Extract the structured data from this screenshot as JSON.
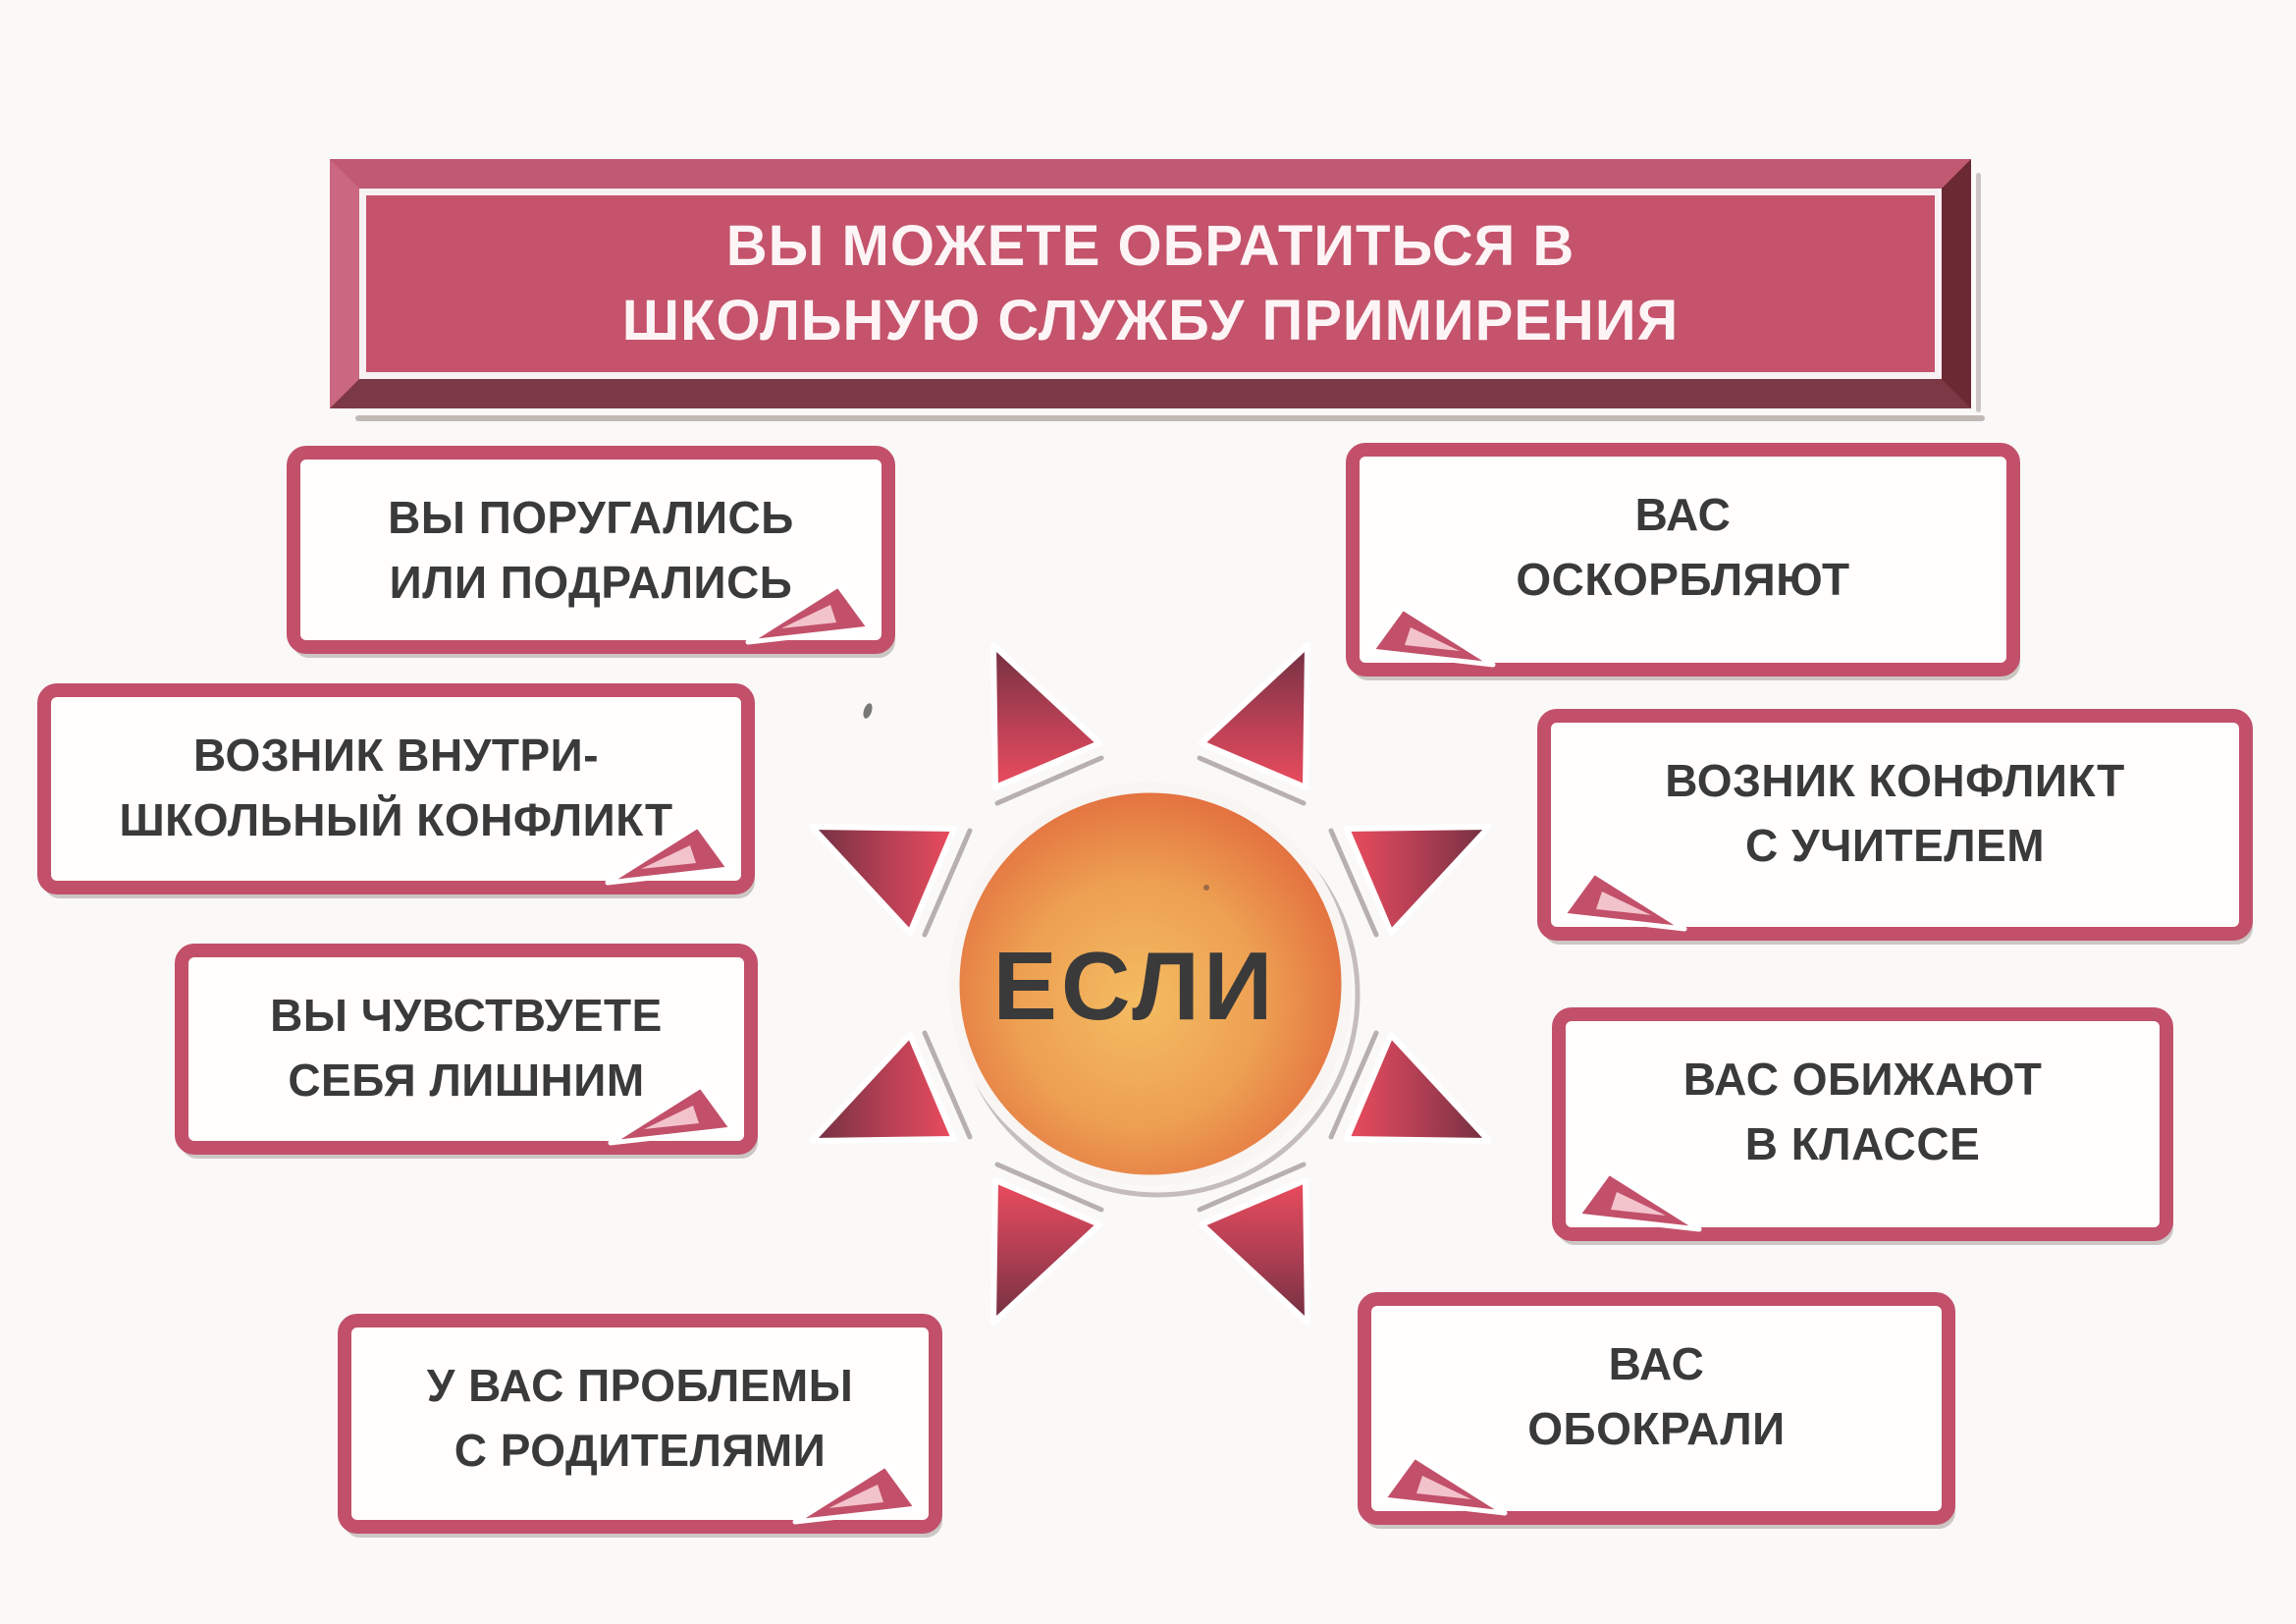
{
  "banner": {
    "line1": "ВЫ МОЖЕТЕ ОБРАТИТЬСЯ В",
    "line2": "ШКОЛЬНУЮ СЛУЖБУ ПРИМИРЕНИЯ"
  },
  "center": {
    "label": "ЕСЛИ"
  },
  "boxes": [
    {
      "id": "quarrel",
      "lines": [
        "ВЫ ПОРУГАЛИСЬ",
        "ИЛИ ПОДРАЛИСЬ"
      ],
      "fold": "right"
    },
    {
      "id": "insulted",
      "lines": [
        "ВАС",
        "ОСКОРБЛЯЮТ"
      ],
      "fold": "left"
    },
    {
      "id": "school-conflict",
      "lines": [
        "ВОЗНИК ВНУТРИ-",
        "ШКОЛЬНЫЙ КОНФЛИКТ"
      ],
      "fold": "right"
    },
    {
      "id": "teacher-conflict",
      "lines": [
        "ВОЗНИК КОНФЛИКТ",
        "С УЧИТЕЛЕМ"
      ],
      "fold": "left"
    },
    {
      "id": "feel-unwanted",
      "lines": [
        "ВЫ ЧУВСТВУЕТЕ",
        "СЕБЯ ЛИШНИМ"
      ],
      "fold": "right"
    },
    {
      "id": "offended-in-class",
      "lines": [
        "ВАС ОБИЖАЮТ",
        "В КЛАССЕ"
      ],
      "fold": "left"
    },
    {
      "id": "parents-problems",
      "lines": [
        "У ВАС ПРОБЛЕМЫ",
        "С РОДИТЕЛЯМИ"
      ],
      "fold": "right"
    },
    {
      "id": "robbed",
      "lines": [
        "ВАС",
        "ОБОКРАЛИ"
      ],
      "fold": "left"
    }
  ],
  "colors": {
    "accent_rose": "#c2506a",
    "banner_face": "#c4536b",
    "banner_bevel_top": "#c05a72",
    "banner_bevel_left": "#cb6780",
    "banner_bevel_right": "#6b2933",
    "banner_bevel_bottom": "#7c3844",
    "banner_groove": "#f7f1f3",
    "text_dark": "#3b3a3a",
    "text_light": "#fdf4f6",
    "ray_dark": "#713041",
    "ray_mid": "#b84055",
    "ray_bright": "#ea4c5d",
    "sun_center": "#f4bc62",
    "sun_mid": "#eda052",
    "sun_edge": "#e0633a",
    "shadow_gray": "#aca4a2",
    "page_bg": "#faf9f7",
    "box_fill": "#fffefd",
    "fold_highlight": "#f3c3cc"
  }
}
